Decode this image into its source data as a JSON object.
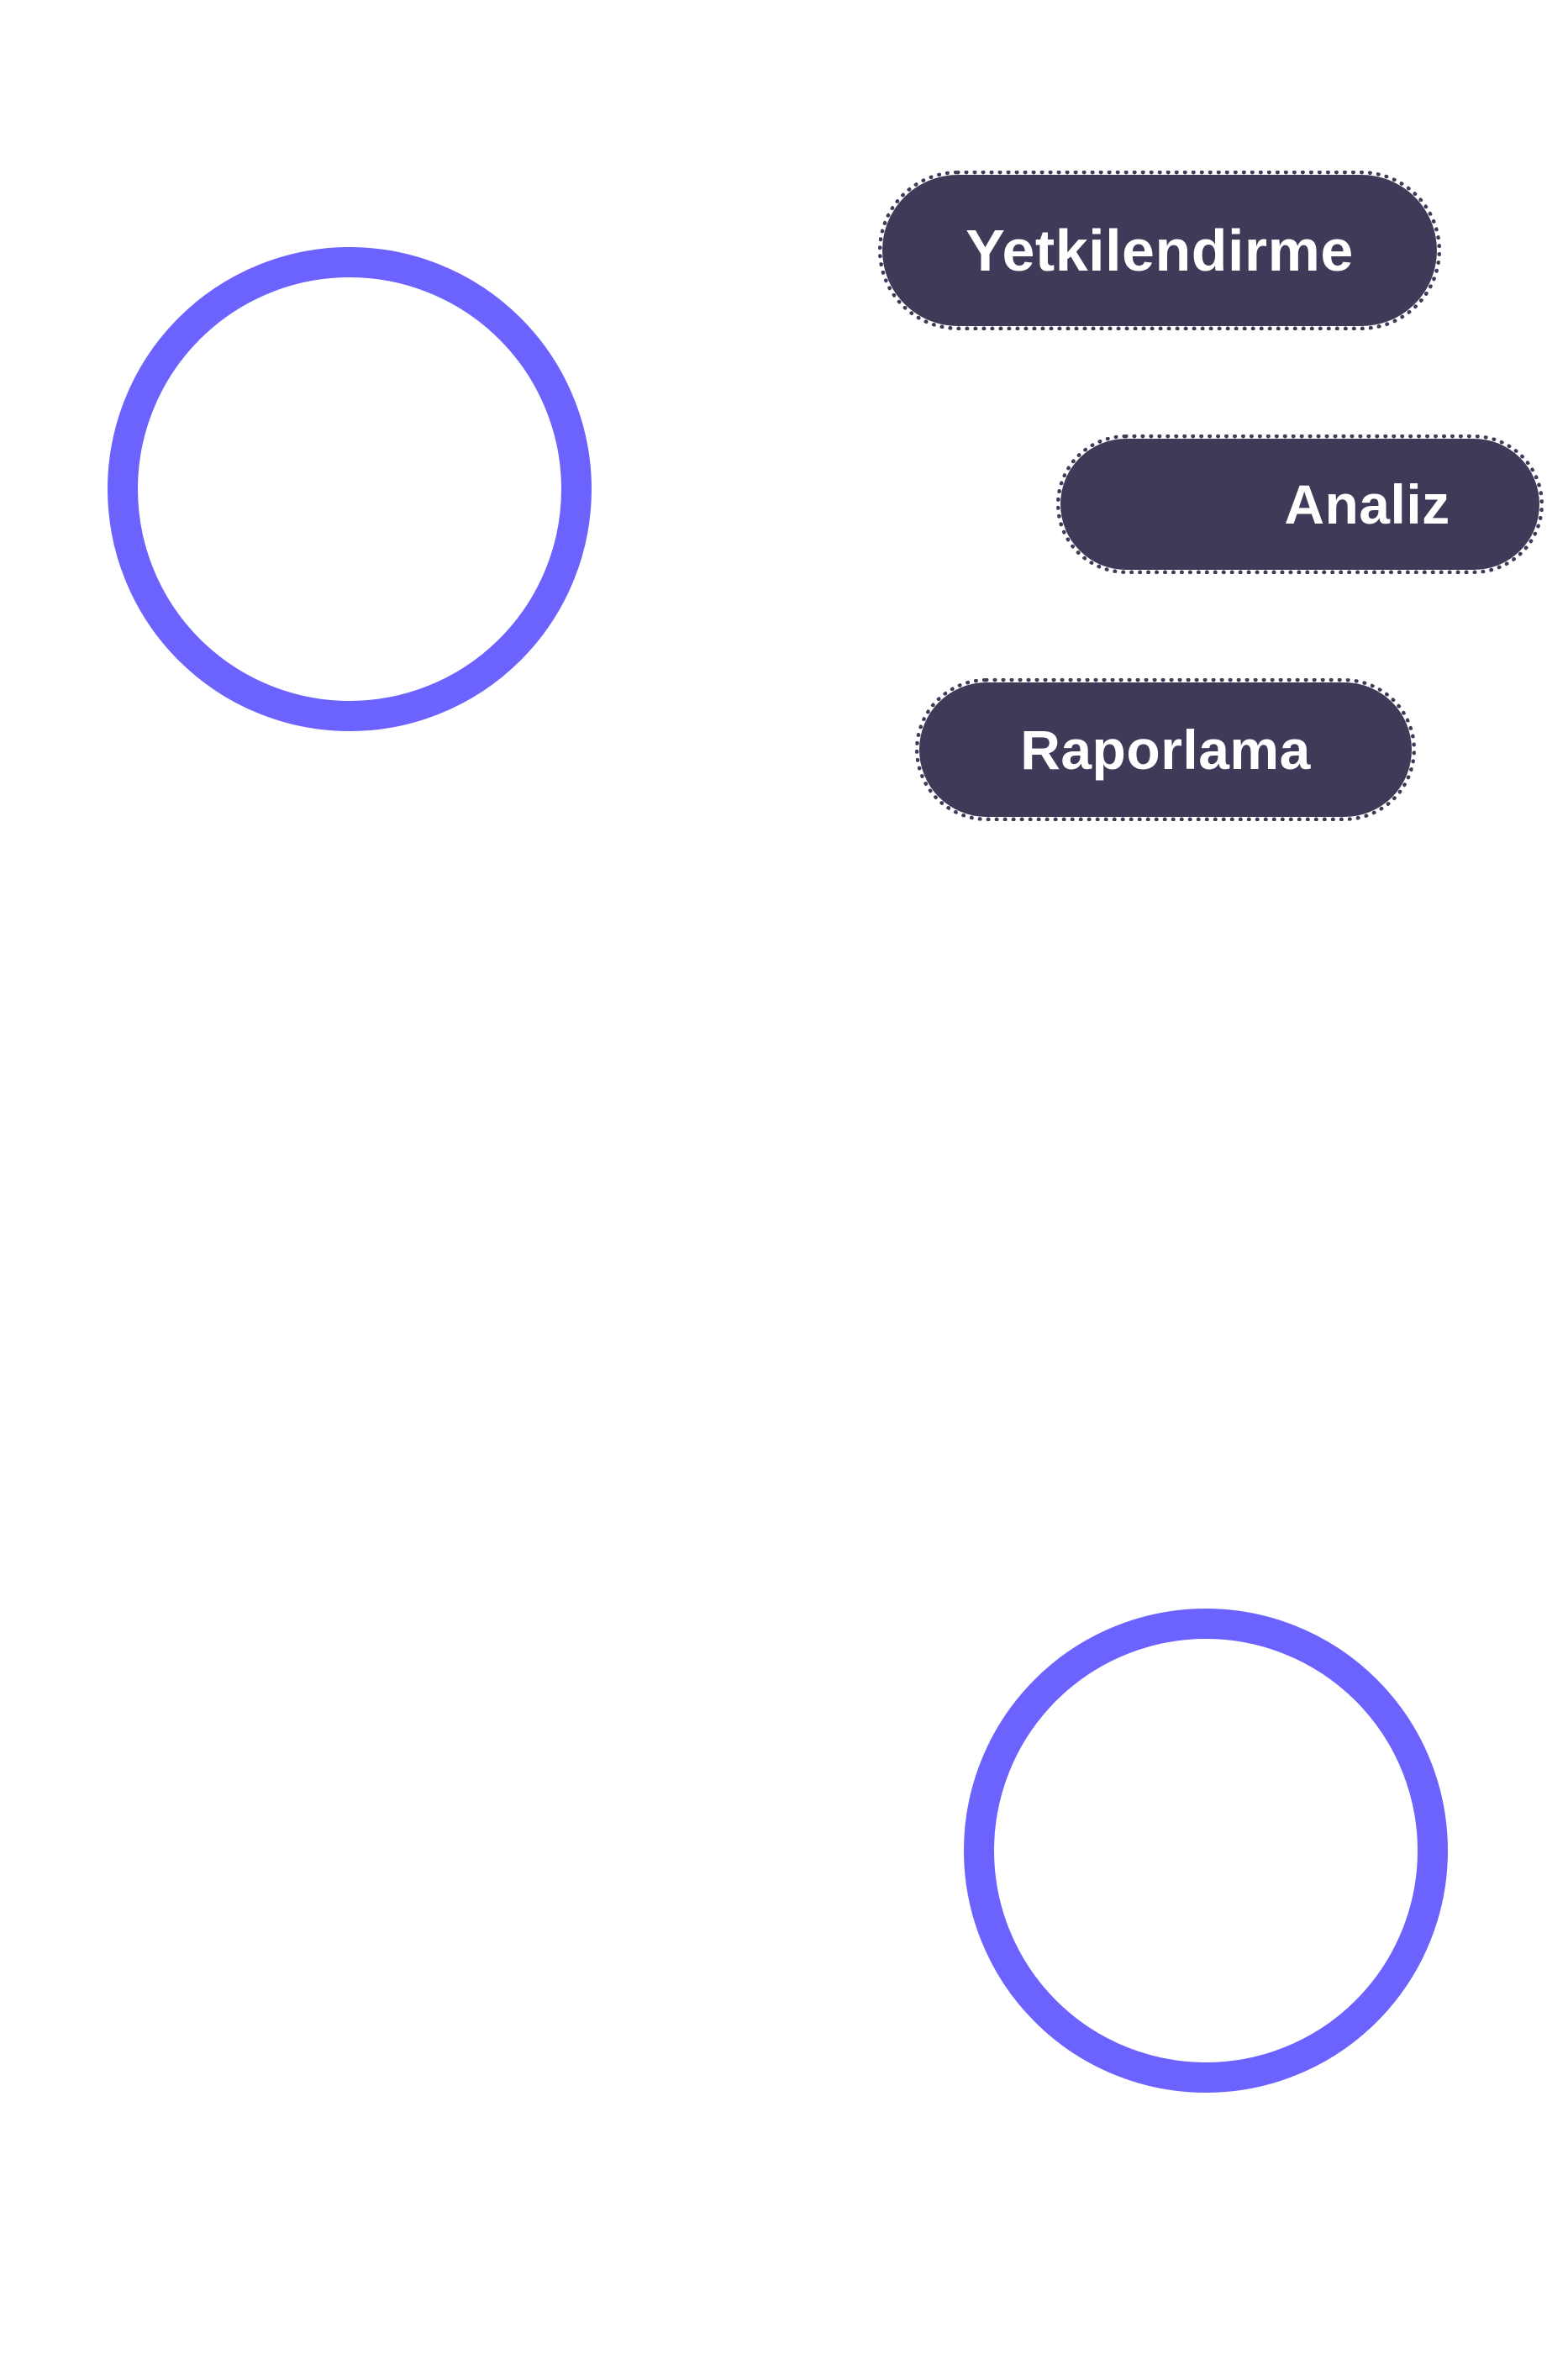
{
  "colors": {
    "background": "#ffffff",
    "ring_accent": "#6c63ff",
    "pill_fill": "#3d3b57",
    "pill_text": "#ffffff"
  },
  "pills": [
    {
      "label": "Yetkilendirme"
    },
    {
      "label": "Analiz"
    },
    {
      "label": "Raporlama"
    }
  ]
}
